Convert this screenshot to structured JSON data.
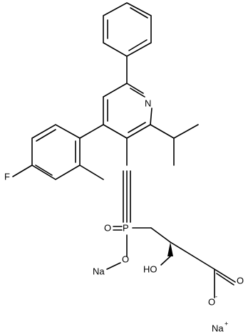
{
  "molecule": {
    "atoms": {
      "nitrogen": "N",
      "fluorine": "F",
      "phosphorus": "P",
      "oxygen_double": "O",
      "oxygen_single": "O",
      "sodium_1": "Na",
      "hydroxyl": "HO",
      "carboxyl_o": "O",
      "carboxyl_o_minus": "O",
      "charge_minus": "-",
      "sodium_2": "Na",
      "charge_plus": "+"
    }
  }
}
